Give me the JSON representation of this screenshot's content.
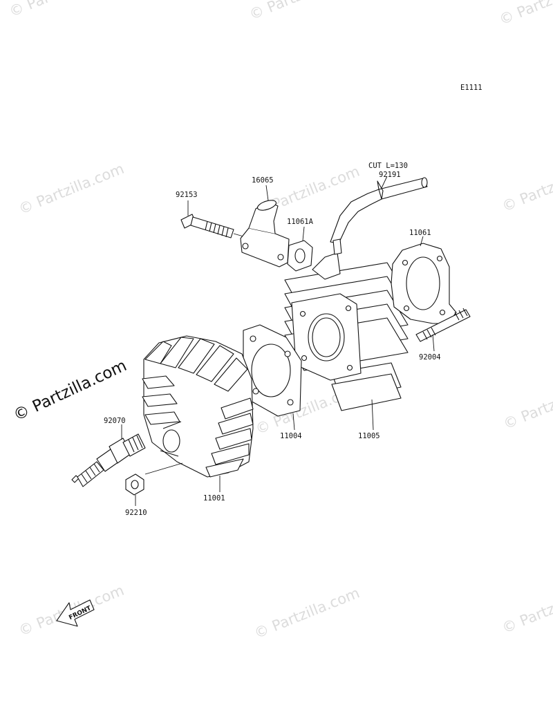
{
  "diagram": {
    "ref_code": "E1111",
    "front_label": "FRONT",
    "watermark": "© Partzilla.com",
    "parts": {
      "p92153": "92153",
      "p16065": "16065",
      "p11061A": "11061A",
      "p92191_note": "CUT L=130",
      "p92191": "92191",
      "p11061": "11061",
      "p92004": "92004",
      "p11004": "11004",
      "p11005": "11005",
      "p92070": "92070",
      "p11001": "11001",
      "p92210": "92210"
    }
  }
}
